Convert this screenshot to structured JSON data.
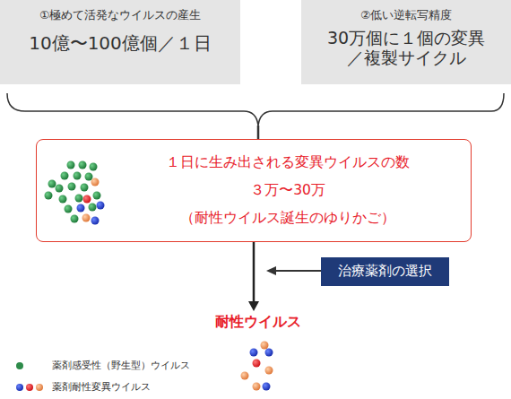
{
  "diagram": {
    "nodes": [
      {
        "text": [
          "①極めて活発なウイルスの産生",
          "10億〜100億個／１日"
        ]
      },
      {
        "text": [
          "②低い逆転写精度",
          "30万個に１個の変異 ／複製サイクル"
        ]
      },
      {
        "text": [
          "１日に生み出される変異ウイルスの数",
          "３万〜30万",
          "（耐性ウイルス誕生のゆりかご）"
        ]
      },
      {
        "text": [
          "治療薬剤の選択"
        ]
      },
      {
        "text": [
          "耐性ウイルス"
        ]
      }
    ],
    "edges": [
      {
        "from": 2,
        "to": 4,
        "arrow": "to"
      }
    ],
    "legend": [
      {
        "text": "薬剤感受性（野生型）ウイルス",
        "color": "#2e8b4a"
      },
      {
        "text": "薬剤耐性変異ウイルス"
      }
    ]
  }
}
